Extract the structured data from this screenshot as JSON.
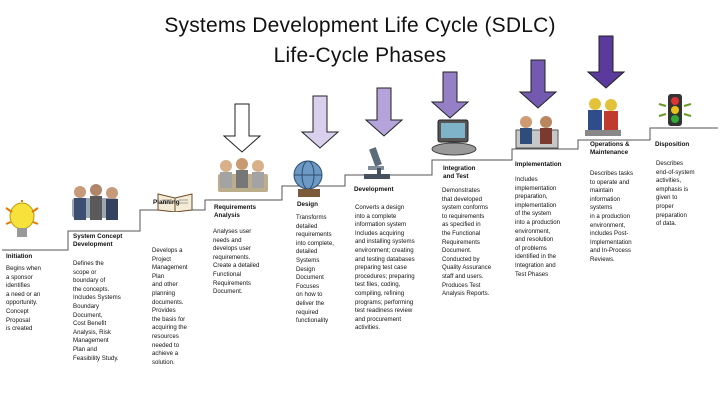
{
  "title": "Systems Development Life Cycle (SDLC)",
  "subtitle": "Life-Cycle Phases",
  "phases": [
    {
      "name": "Initiation",
      "desc": "Begins when\na sponsor\nidentifies\na need or an\nopportunity.\nConcept\nProposal\nis created"
    },
    {
      "name": "System Concept\nDevelopment",
      "desc": "Defines the\nscope or\nboundary of\nthe concepts.\nIncludes Systems\nBoundary\nDocument,\nCost Benefit\nAnalysis, Risk\nManagement\nPlan and\nFeasibility Study."
    },
    {
      "name": "Planning",
      "desc": "Develops a\nProject\nManagement\nPlan\nand other\nplanning\ndocuments.\nProvides\nthe basis for\nacquiring the\nresources\nneeded to\nachieve a\nsolution."
    },
    {
      "name": "Requirements\nAnalysis",
      "desc": "Analyses user\nneeds and\ndevelops user\nrequirements.\nCreate a detailed\nFunctional\nRequirements\nDocument."
    },
    {
      "name": "Design",
      "desc": "Transforms\ndetailed\nrequirements\ninto complete,\ndetailed\nSystems\nDesign\nDocument\nFocuses\non how to\ndeliver the\nrequired\nfunctionality"
    },
    {
      "name": "Development",
      "desc": "Converts a design\ninto a complete\ninformation system\nIncludes acquiring\nand installing systems\nenvironment; creating\nand testing databases\npreparing test case\nprocedures; preparing\ntest files, coding,\ncompiling, refining\nprograms; performing\ntest readiness review\nand procurement\nactivities."
    },
    {
      "name": "Integration\nand Test",
      "desc": "Demonstrates\nthat developed\nsystem conforms\nto requirements\nas specified in\nthe Functional\nRequirements\nDocument.\nConducted by\nQuality Assurance\nstaff and users.\nProduces Test\nAnalysis Reports."
    },
    {
      "name": "Implementation",
      "desc": "Includes\nimplementation\npreparation,\nimplementation\nof the system\ninto a production\nenvironment,\nand resolution\nof problems\nidentified in the\nIntegration and\nTest Phases"
    },
    {
      "name": "Operations &\nMaintenance",
      "desc": "Describes tasks\nto operate and\nmaintain\ninformation\nsystems\nin a production\nenvironment,\nincludes Post-\nImplementation\nand In-Process\nReviews."
    },
    {
      "name": "Disposition",
      "desc": "Describes\nend-of-system\nactivities,\nemphasis is\ngiven to\nproper\npreparation\nof data."
    }
  ],
  "arrow_colors": [
    "#ffffff",
    "#d9d0ee",
    "#b5a4dc",
    "#9580c8",
    "#7459b0",
    "#5a3a9c",
    "#3d1f86"
  ],
  "icons": [
    "lightbulb-icon",
    "people-meeting-icon",
    "book-icon",
    "group-analysis-icon",
    "design-globe-icon",
    "microscope-icon",
    "computer-test-icon",
    "builders-icon",
    "workers-icon",
    "traffic-light-icon"
  ]
}
